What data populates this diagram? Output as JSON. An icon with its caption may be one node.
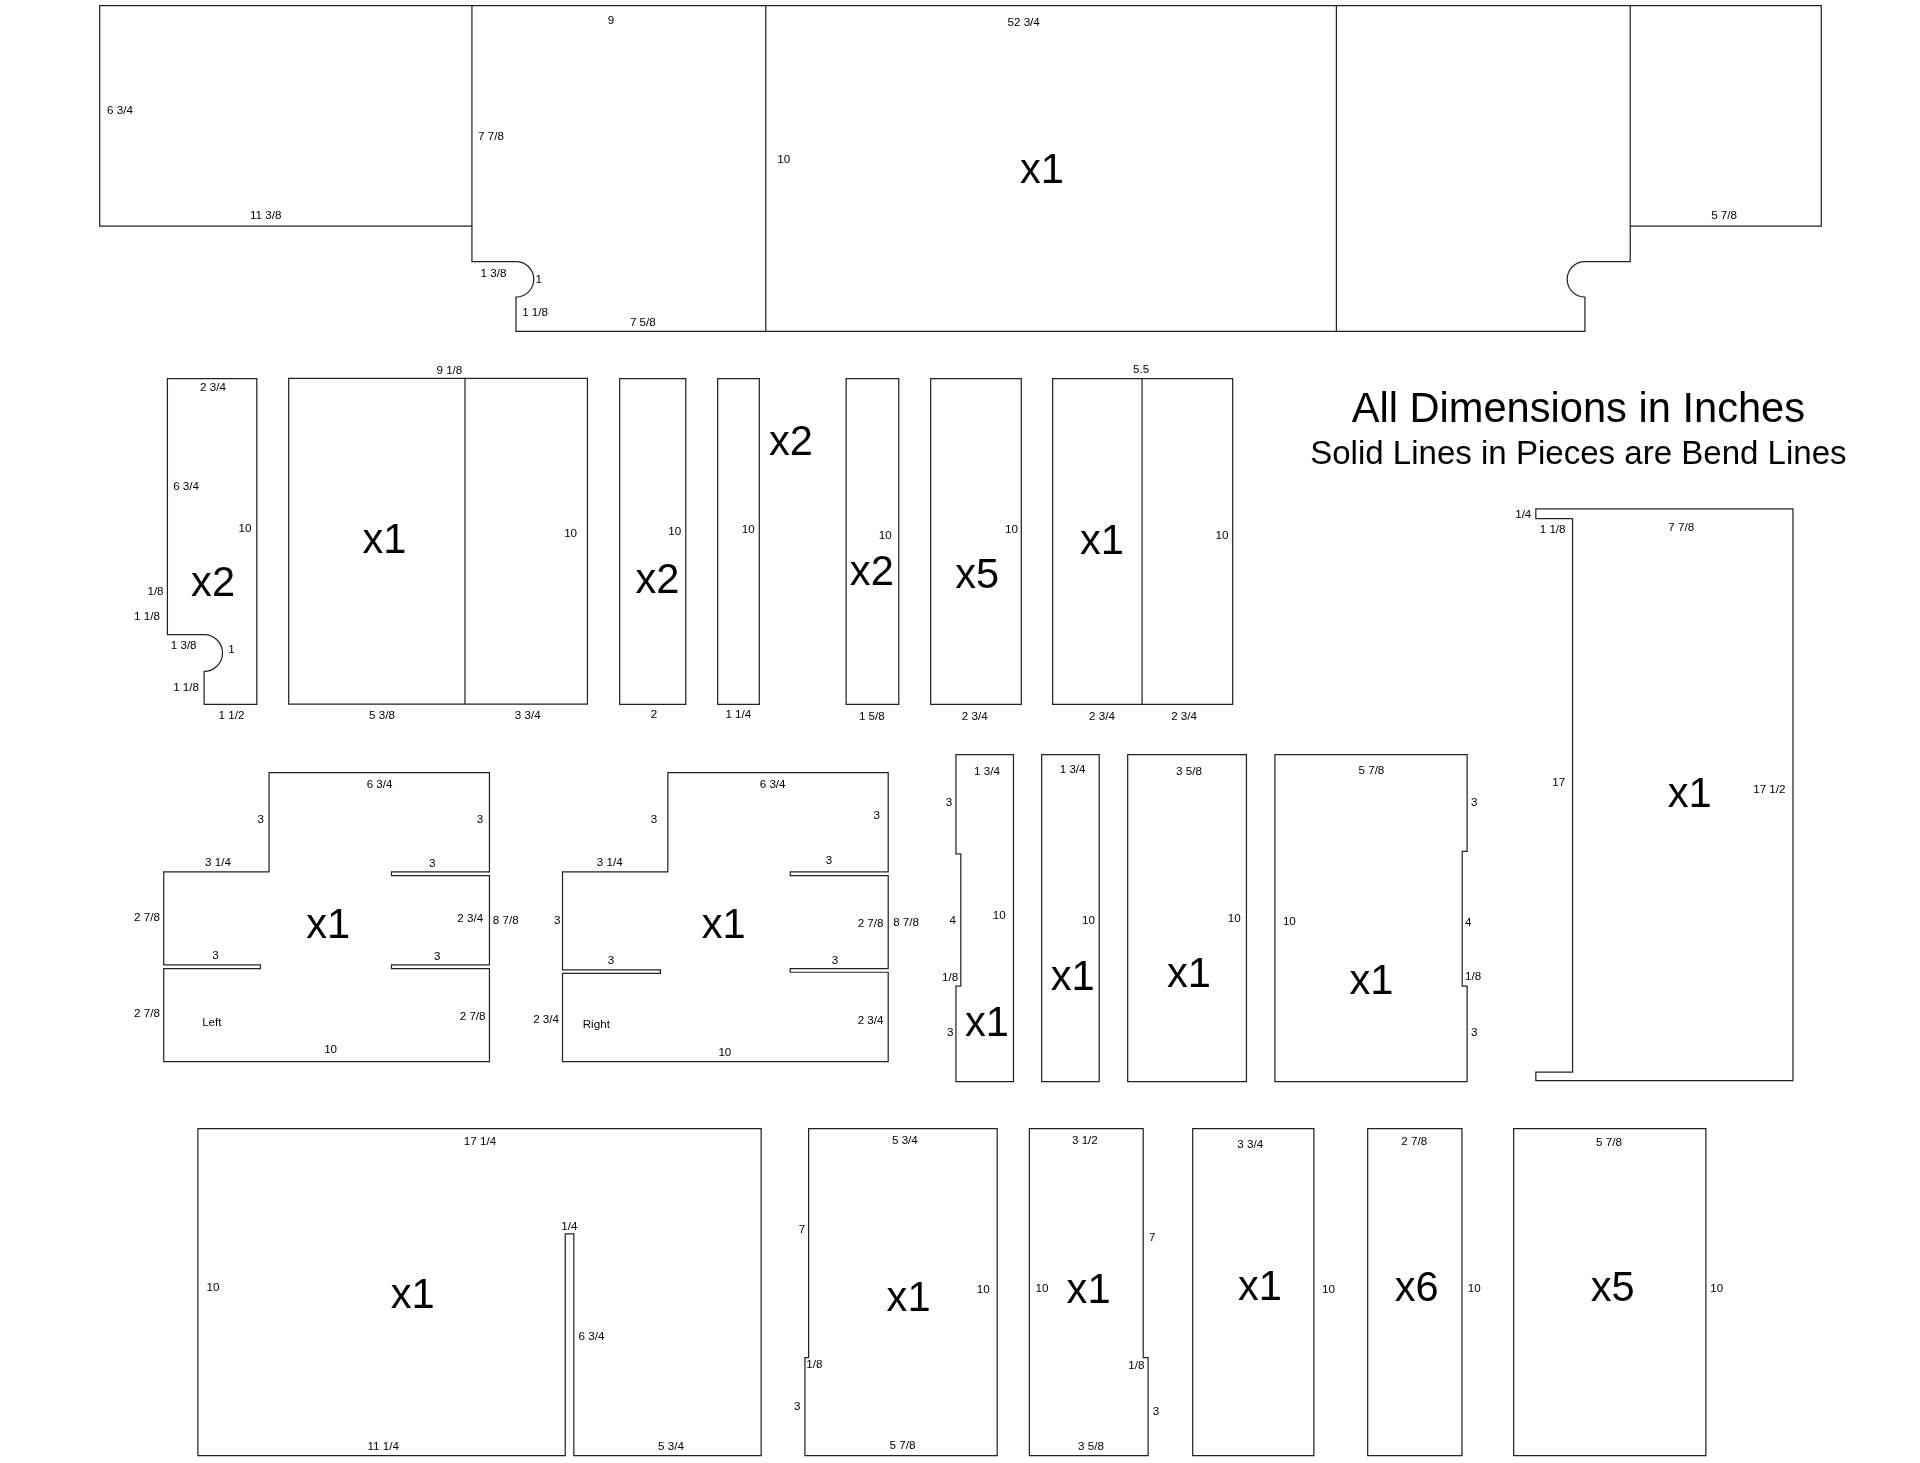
{
  "diagram": {
    "title": "All Dimensions in Inches",
    "nodes": [
      {
        "text": [
          "9",
          "52 3/4",
          "6 3/4",
          "7 7/8",
          "10",
          "x1",
          "11 3/8",
          "5 7/8",
          "1 3/8",
          "1",
          "1 1/8",
          "7 5/8"
        ]
      },
      {
        "text": [
          "2 3/4",
          "6 3/4",
          "10",
          "x2",
          "1/8",
          "1 1/8",
          "1 3/8",
          "1",
          "1 1/8",
          "1 1/2"
        ]
      },
      {
        "text": [
          "9 1/8",
          "x1",
          "10",
          "5 3/8",
          "3 3/4"
        ]
      },
      {
        "text": [
          "10",
          "x2",
          "2"
        ]
      },
      {
        "text": [
          "10",
          "1 1/4"
        ],
        "beside": [
          "x2"
        ]
      },
      {
        "text": [
          "10",
          "x2",
          "1 5/8"
        ]
      },
      {
        "text": [
          "10",
          "x5",
          "2 3/4"
        ]
      },
      {
        "text": [
          "5.5",
          "x1",
          "10",
          "2 3/4",
          "2 3/4"
        ]
      },
      {
        "text": [
          "1/4",
          "1 1/8",
          "7 7/8",
          "17",
          "x1",
          "17 1/2"
        ]
      },
      {
        "text": [
          "6 3/4",
          "3",
          "3",
          "3 1/4",
          "3",
          "2 7/8",
          "x1",
          "2 3/4",
          "8 7/8",
          "3",
          "3",
          "2 7/8",
          "Left",
          "2 7/8",
          "10"
        ]
      },
      {
        "text": [
          "6 3/4",
          "3",
          "3",
          "3 1/4",
          "3",
          "3",
          "x1",
          "2 7/8",
          "8 7/8",
          "3",
          "3",
          "2 3/4",
          "Right",
          "2 3/4",
          "10"
        ]
      },
      {
        "text": [
          "1 3/4",
          "3",
          "10",
          "4",
          "1/8",
          "x1",
          "3"
        ]
      },
      {
        "text": [
          "1 3/4",
          "10",
          "x1"
        ]
      },
      {
        "text": [
          "3 5/8",
          "10",
          "x1"
        ]
      },
      {
        "text": [
          "5 7/8",
          "3",
          "10",
          "4",
          "1/8",
          "x1",
          "3"
        ]
      },
      {
        "text": [
          "17 1/4",
          "1/4",
          "10",
          "x1",
          "6 3/4",
          "11 1/4",
          "5 3/4"
        ]
      },
      {
        "text": [
          "5 3/4",
          "7",
          "10",
          "x1",
          "1/8",
          "3",
          "5 7/8"
        ]
      },
      {
        "text": [
          "3 1/2",
          "7",
          "10",
          "x1",
          "1/8",
          "3",
          "3 5/8"
        ]
      },
      {
        "text": [
          "3 3/4",
          "x1",
          "10"
        ]
      },
      {
        "text": [
          "2 7/8",
          "x6",
          "10"
        ]
      },
      {
        "text": [
          "5 7/8",
          "x5",
          "10"
        ]
      }
    ],
    "labels": [
      "Solid Lines in Pieces are Bend Lines"
    ]
  }
}
